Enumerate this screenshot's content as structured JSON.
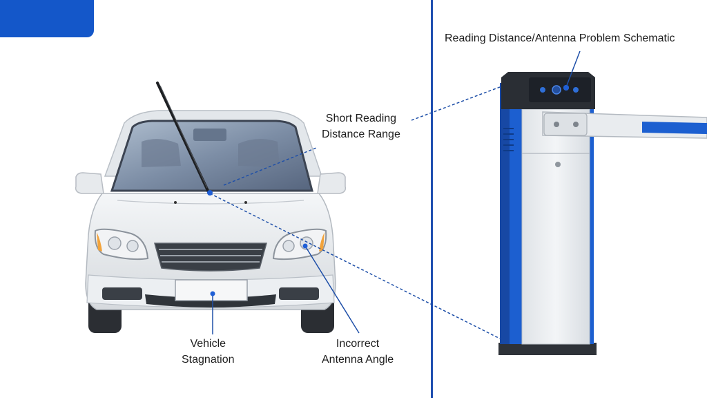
{
  "colors": {
    "accent": "#1457c9",
    "divider": "#1f4fb0",
    "leader_line": "#1e4fa8",
    "car_body": "#e9ecef",
    "barrier_blue": "#1c5fd0",
    "barrier_panel": "#e8ebee"
  },
  "schematic_title": "Reading Distance/Antenna Problem Schematic",
  "callouts": {
    "short_range": [
      "Short Reading",
      "Distance Range"
    ],
    "stagnation": [
      "Vehicle",
      "Stagnation"
    ],
    "antenna_angle": [
      "Incorrect",
      "Antenna Angle"
    ]
  },
  "icons": [
    "car-icon",
    "parking-barrier-icon",
    "rfid-reader-icon",
    "windshield-tag-icon"
  ]
}
